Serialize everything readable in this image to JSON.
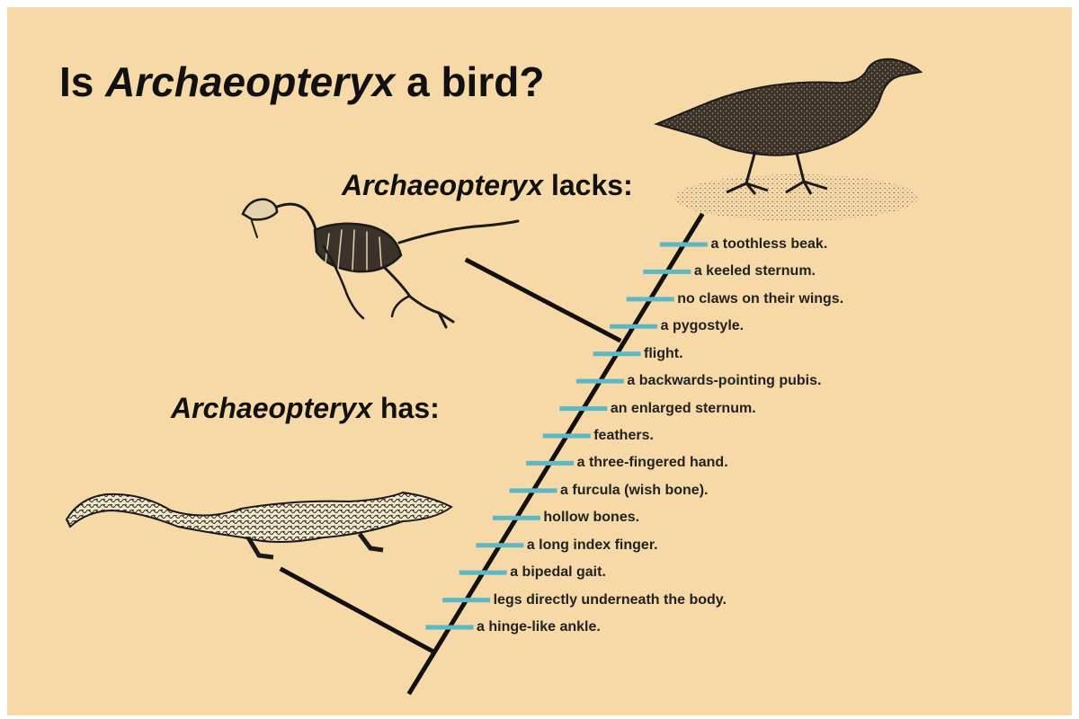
{
  "title": {
    "prefix": "Is ",
    "name": "Archaeopteryx",
    "suffix": " a bird?"
  },
  "lacks_heading": {
    "name": "Archaeopteryx",
    "suffix": " lacks:"
  },
  "has_heading": {
    "name": "Archaeopteryx",
    "suffix": " has:"
  },
  "traits": [
    "a toothless beak.",
    "a keeled sternum.",
    "no claws on their wings.",
    "a pygostyle.",
    "flight.",
    "a backwards-pointing pubis.",
    "an enlarged sternum.",
    "feathers.",
    "a three-fingered hand.",
    "a furcula (wish bone).",
    "hollow bones.",
    "a long index finger.",
    "a bipedal gait.",
    "legs directly underneath the body.",
    "a hinge-like ankle."
  ],
  "colors": {
    "background": "#f6d9a6",
    "trunk": "#111111",
    "tick": "#5bb8c4",
    "text": "#222222"
  },
  "illustrations": {
    "top_right": "modern-bird-drawing",
    "middle_left": "archaeopteryx-skeleton-drawing",
    "bottom_left": "crocodilian-drawing"
  }
}
